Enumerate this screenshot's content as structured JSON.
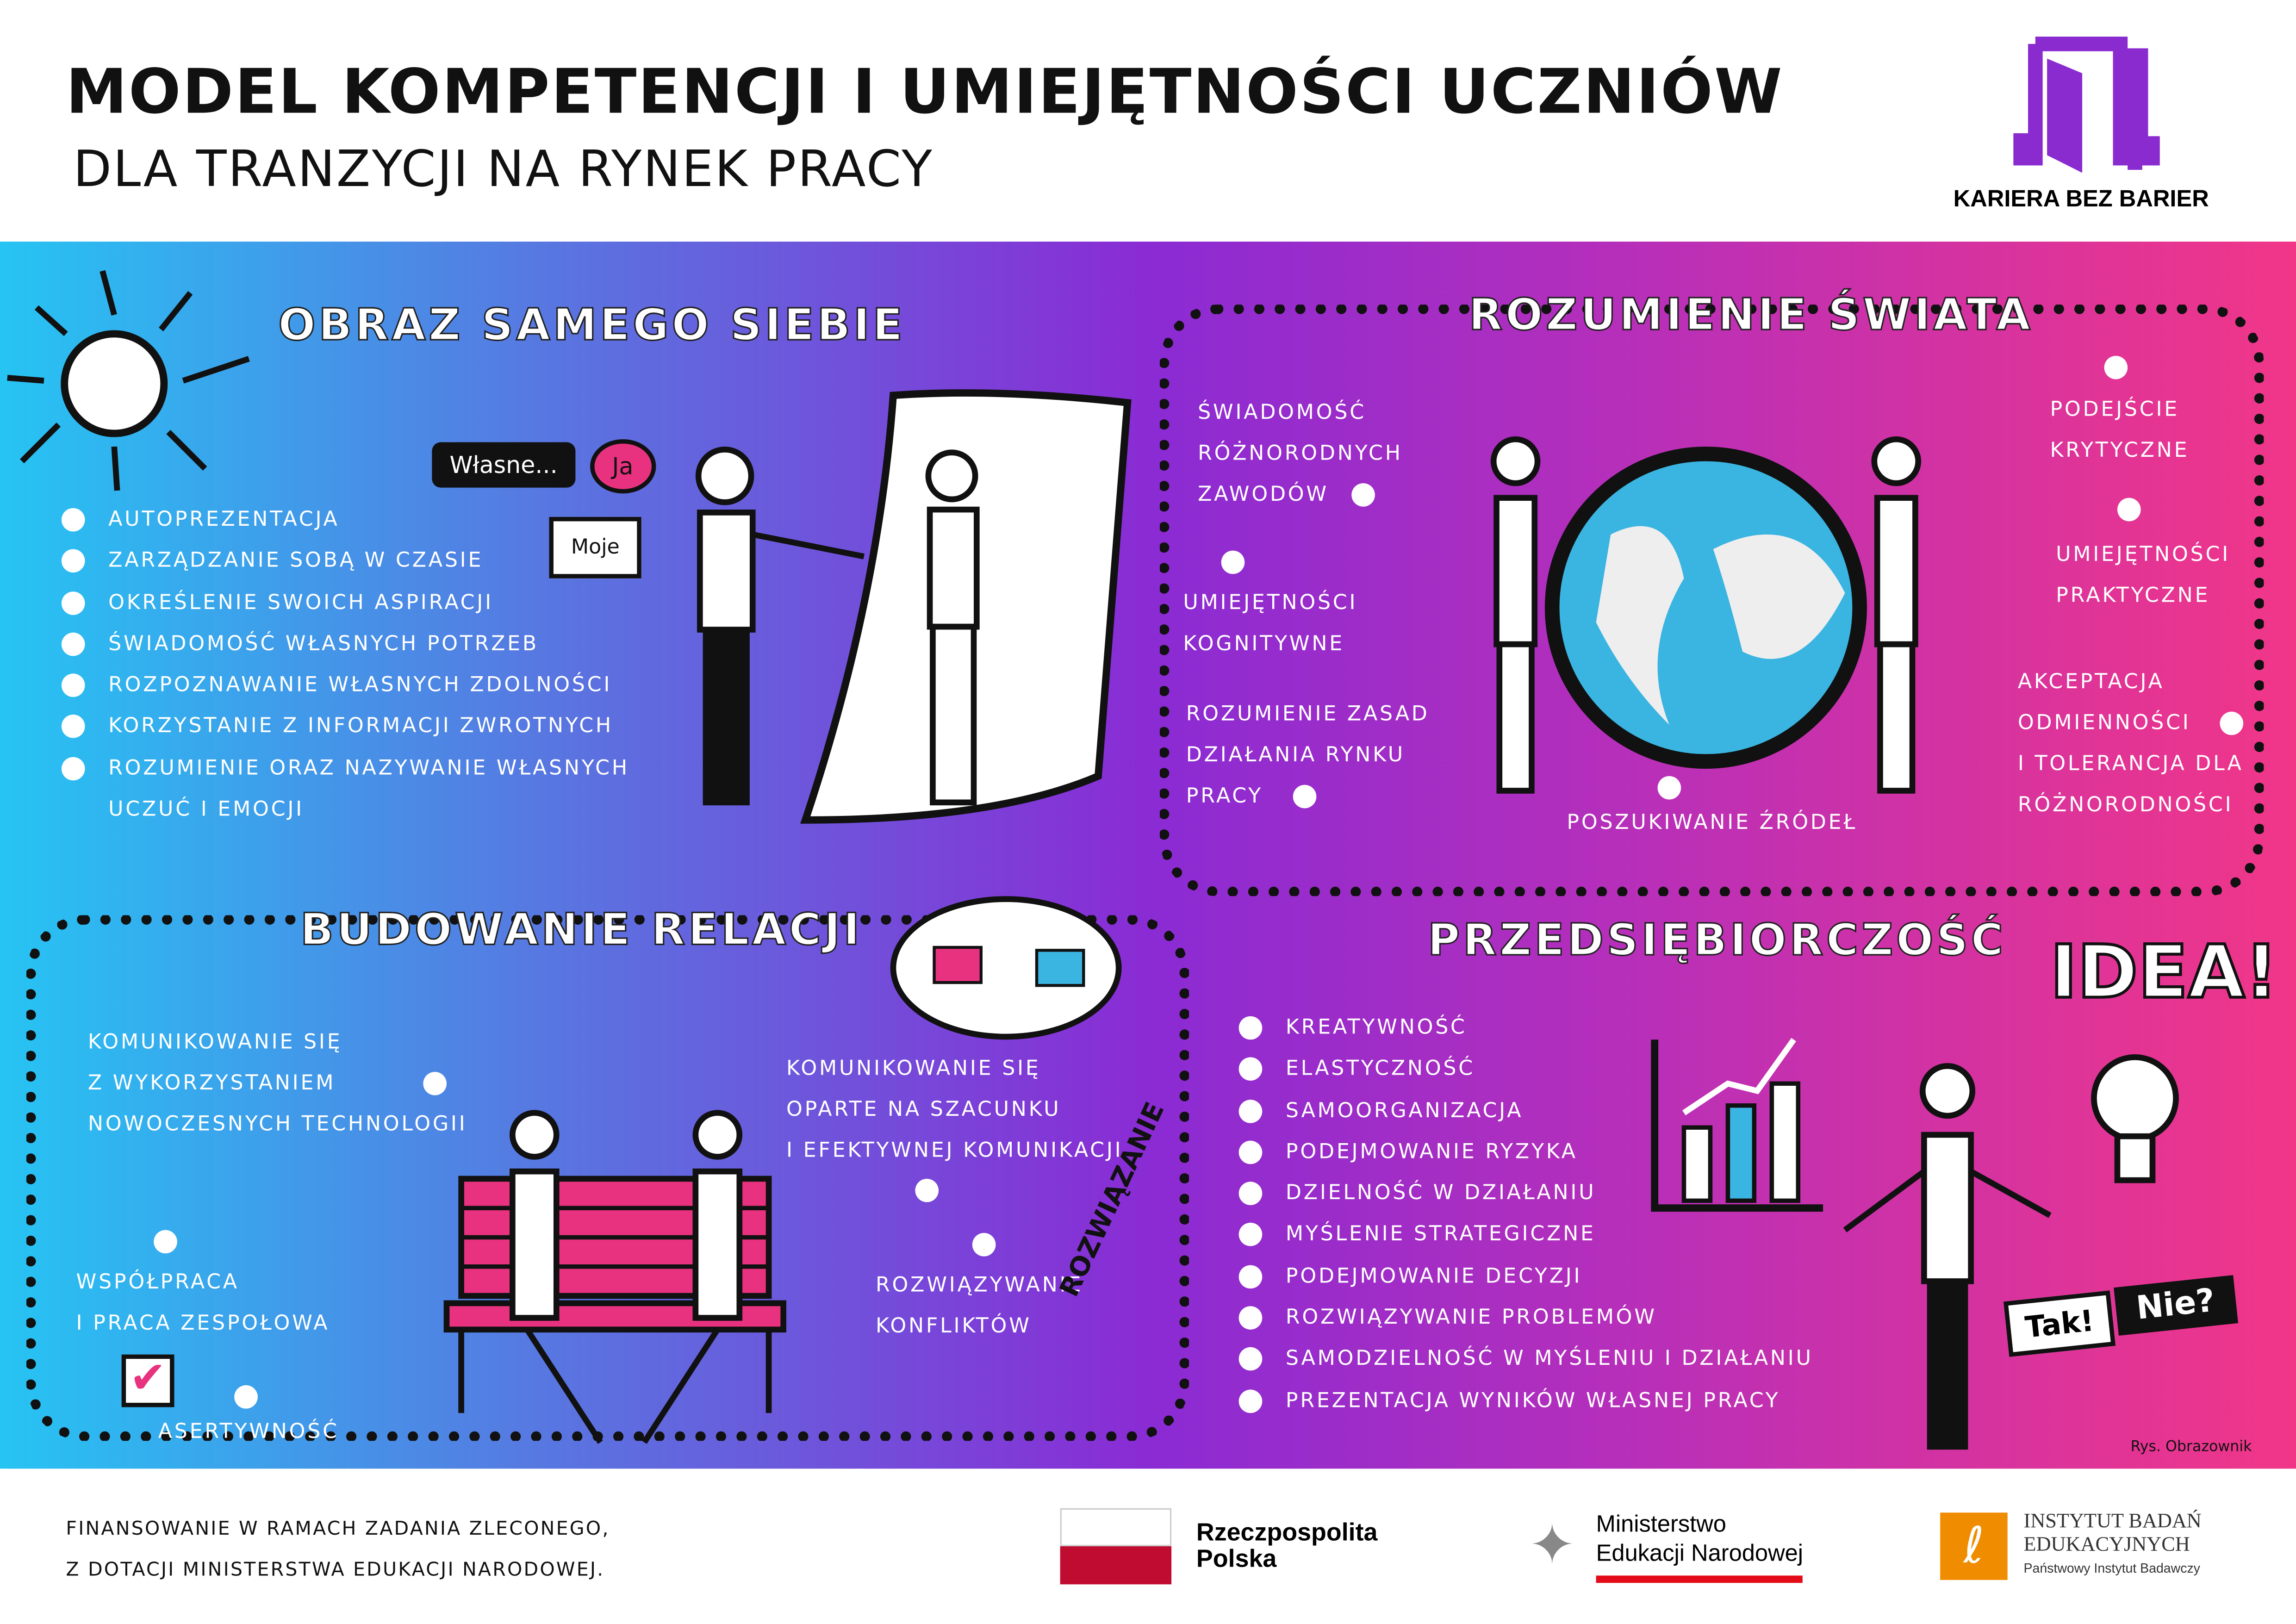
{
  "header": {
    "title": "Model kompetencji i umiejętności uczniów",
    "subtitle": "dla tranzycji na rynek pracy",
    "logo_text": "KARIERA BEZ BARIER",
    "logo_color": "#8a2bd0"
  },
  "colors": {
    "gradient_left": "#26c4f3",
    "gradient_mid": "#8a2bd4",
    "gradient_right": "#f13688"
  },
  "sections": {
    "self_image": {
      "title": "Obraz samego siebie",
      "bubbles": [
        "Własne...",
        "Ja",
        "Moje"
      ],
      "items": [
        "Autoprezentacja",
        "Zarządzanie sobą w czasie",
        "Określenie swoich aspiracji",
        "Świadomość własnych potrzeb",
        "Rozpoznawanie własnych zdolności",
        "Korzystanie z informacji zwrotnych",
        "Rozumienie oraz nazywanie własnych",
        "uczuć i emocji"
      ]
    },
    "world": {
      "title": "Rozumienie świata",
      "items": [
        "Świadomość",
        "różnorodnych",
        "zawodów",
        "Umiejętności",
        "kognitywne",
        "Rozumienie zasad",
        "działania rynku",
        "pracy",
        "Poszukiwanie źródeł",
        "Podejście",
        "krytyczne",
        "Umiejętności",
        "praktyczne",
        "Akceptacja",
        "odmienności",
        "i tolerancja dla",
        "różnorodności"
      ]
    },
    "relations": {
      "title": "Budowanie relacji",
      "items": [
        "Komunikowanie się",
        "z wykorzystaniem",
        "nowoczesnych technologii",
        "Współpraca",
        "i praca zespołowa",
        "Asertywność",
        "Komunikowanie się",
        "oparte na szacunku",
        "i efektywnej komunikacji",
        "Rozwiązywanie",
        "konfliktów"
      ],
      "doodle_word": "Rozwiązanie"
    },
    "entrepreneurship": {
      "title": "Przedsiębiorczość",
      "idea": "IDEA!",
      "sign_yes": "Tak!",
      "sign_no": "Nie?",
      "items": [
        "Kreatywność",
        "Elastyczność",
        "Samoorganizacja",
        "Podejmowanie ryzyka",
        "Dzielność w działaniu",
        "Myślenie strategiczne",
        "Podejmowanie decyzji",
        "Rozwiązywanie problemów",
        "Samodzielność w myśleniu i działaniu",
        "Prezentacja wyników własnej pracy"
      ]
    }
  },
  "signature": "Rys. Obrazownik",
  "footer": {
    "funding_line1": "Finansowanie w ramach zadania zleconego,",
    "funding_line2": "z dotacji Ministerstwa Edukacji Narodowej.",
    "rp_line1": "Rzeczpospolita",
    "rp_line2": "Polska",
    "men_line1": "Ministerstwo",
    "men_line2": "Edukacji Narodowej",
    "ibe_line1": "INSTYTUT BADAŃ",
    "ibe_line2": "EDUKACYJNYCH",
    "ibe_line3": "Państwowy Instytut Badawczy",
    "ibe_color": "#f08c00",
    "flag_red": "#c00c30"
  }
}
